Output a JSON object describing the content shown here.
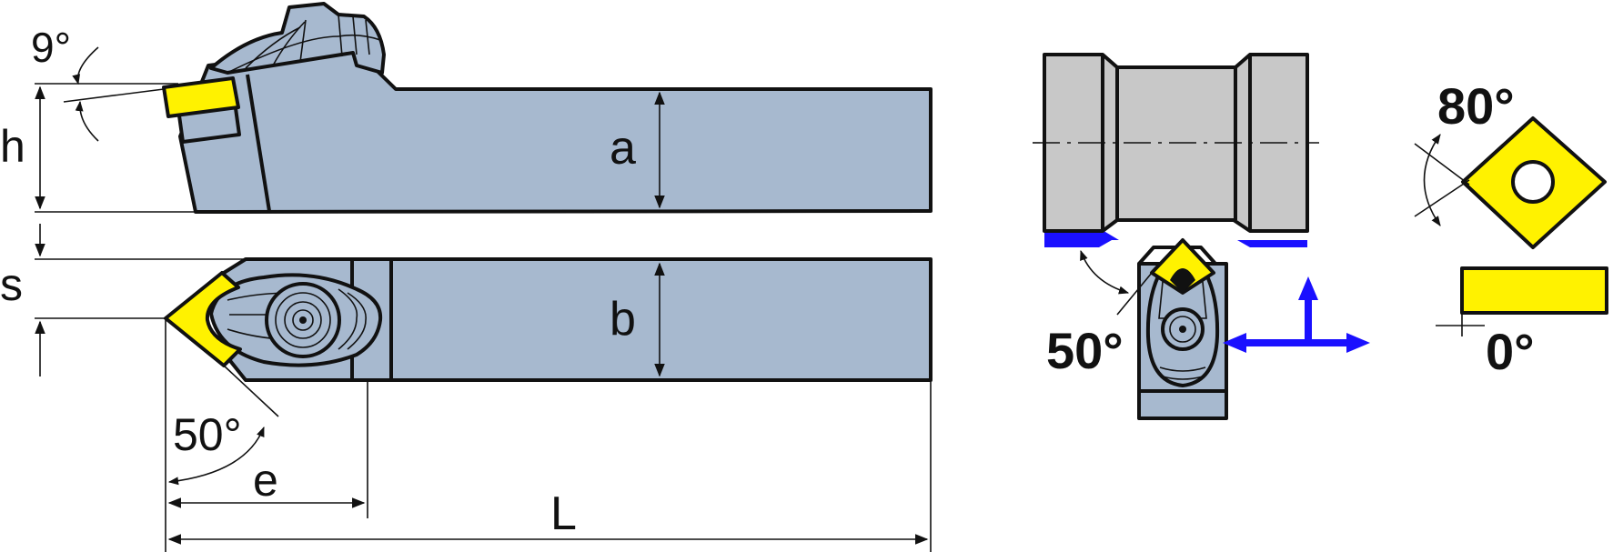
{
  "labels": {
    "angle_side": "9°",
    "h": "h",
    "a": "a",
    "s": "s",
    "b": "b",
    "angle_approach": "50°",
    "e": "e",
    "L": "L",
    "angle_workpiece": "50°",
    "insert_angle": "80°",
    "clearance_angle": "0°"
  },
  "colors": {
    "body": "#A7B9CF",
    "insert": "#FFF200",
    "workpiece": "#C8C8C8",
    "cut_surface": "#1A10FF",
    "feed_arrows": "#1A10FF",
    "outline": "#111111"
  },
  "icons": {
    "feed_direction": "tri-arrow-icon",
    "insert_shape": "rhombic-80-insert-icon"
  }
}
